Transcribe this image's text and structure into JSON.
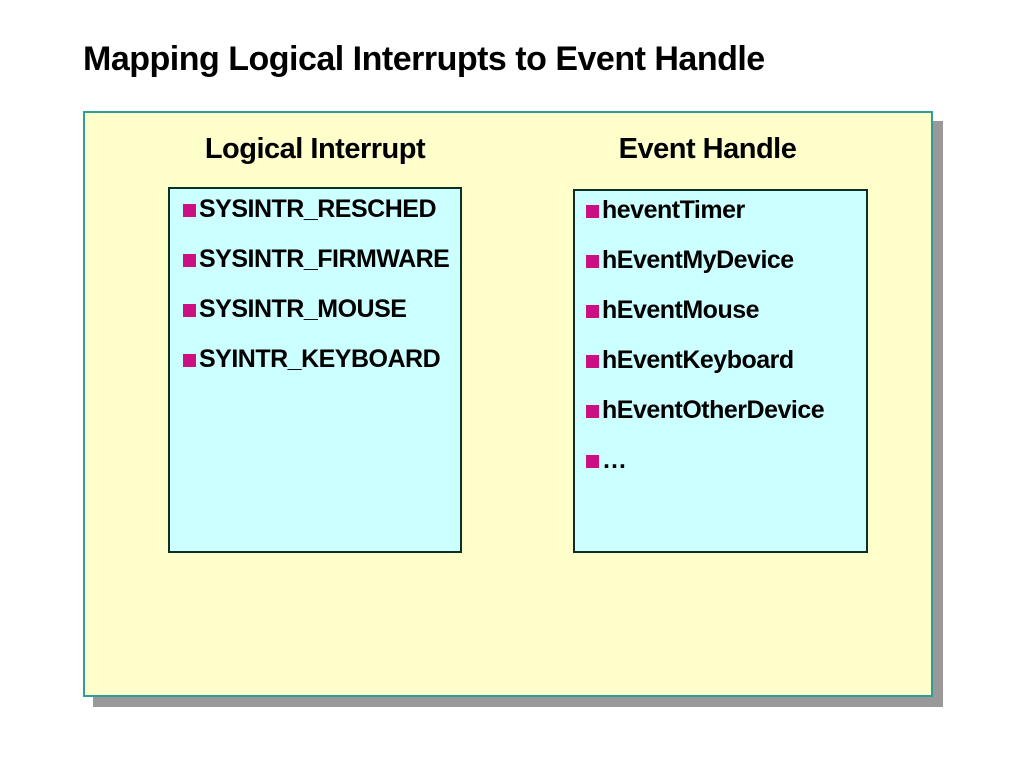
{
  "slide": {
    "title": "Mapping Logical Interrupts to Event Handle",
    "colors": {
      "background": "#FFFFFF",
      "text": "#000000",
      "panel_fill": "#FFFFCC",
      "panel_border": "#2F9E99",
      "panel_shadow": "#999999",
      "box_fill": "#CCFFFF",
      "box_border": "#0D3024",
      "bullet": "#CC0F82"
    },
    "columns": [
      {
        "heading": "Logical Interrupt",
        "items": [
          "SYSINTR_RESCHED",
          "SYSINTR_FIRMWARE",
          "SYSINTR_MOUSE",
          "SYINTR_KEYBOARD"
        ]
      },
      {
        "heading": "Event Handle",
        "items": [
          "heventTimer",
          "hEventMyDevice",
          "hEventMouse",
          "hEventKeyboard",
          "hEventOtherDevice",
          "…"
        ]
      }
    ]
  }
}
